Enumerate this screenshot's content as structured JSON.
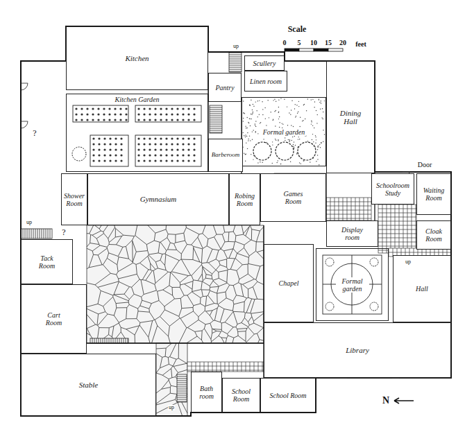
{
  "diagram": {
    "nodes": [
      {
        "text": [
          "Kitchen"
        ]
      },
      {
        "text": [
          "Scullery"
        ]
      },
      {
        "text": [
          "Linen room"
        ]
      },
      {
        "text": [
          "Pantry"
        ]
      },
      {
        "text": [
          "Kitchen Garden"
        ]
      },
      {
        "text": [
          "Formal garden"
        ]
      },
      {
        "text": [
          "Dining Hall"
        ]
      },
      {
        "text": [
          "Barberoom"
        ]
      },
      {
        "text": [
          "Shower Room"
        ]
      },
      {
        "text": [
          "Gymnasium"
        ]
      },
      {
        "text": [
          "Robing Room"
        ]
      },
      {
        "text": [
          "Games Room"
        ]
      },
      {
        "text": [
          "Schoolroom Study"
        ]
      },
      {
        "text": [
          "Waiting Room"
        ]
      },
      {
        "text": [
          "Display room"
        ]
      },
      {
        "text": [
          "Cloak Room"
        ]
      },
      {
        "text": [
          "Tack Room"
        ]
      },
      {
        "text": [
          "Chapel"
        ]
      },
      {
        "text": [
          "Formal garden"
        ]
      },
      {
        "text": [
          "Hall"
        ]
      },
      {
        "text": [
          "Cart Room"
        ]
      },
      {
        "text": [
          "Library"
        ]
      },
      {
        "text": [
          "Stable"
        ]
      },
      {
        "text": [
          "Bath room"
        ]
      },
      {
        "text": [
          "School Room"
        ]
      },
      {
        "text": [
          "School Room"
        ]
      }
    ],
    "labels": [
      "Scale",
      "0",
      "5",
      "10",
      "15",
      "20",
      "feet",
      "Door",
      "N",
      "?",
      "?",
      "up",
      "up",
      "up",
      "up"
    ]
  }
}
